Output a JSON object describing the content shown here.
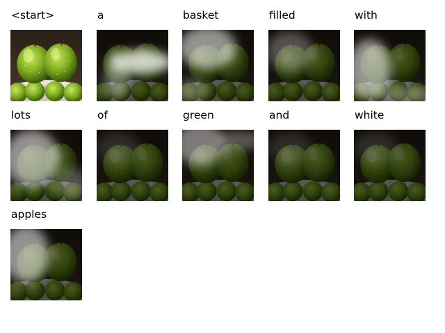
{
  "figure": {
    "panels": [
      {
        "word": "<start>",
        "attention": "none"
      },
      {
        "word": "a",
        "attention": "center"
      },
      {
        "word": "basket",
        "attention": "top-left"
      },
      {
        "word": "filled",
        "attention": "top-left-soft"
      },
      {
        "word": "with",
        "attention": "left-bottom"
      },
      {
        "word": "lots",
        "attention": "left-wide"
      },
      {
        "word": "of",
        "attention": "faint"
      },
      {
        "word": "green",
        "attention": "left-top"
      },
      {
        "word": "and",
        "attention": "faint"
      },
      {
        "word": "white",
        "attention": "faint"
      },
      {
        "word": "apples",
        "attention": "left"
      }
    ]
  }
}
